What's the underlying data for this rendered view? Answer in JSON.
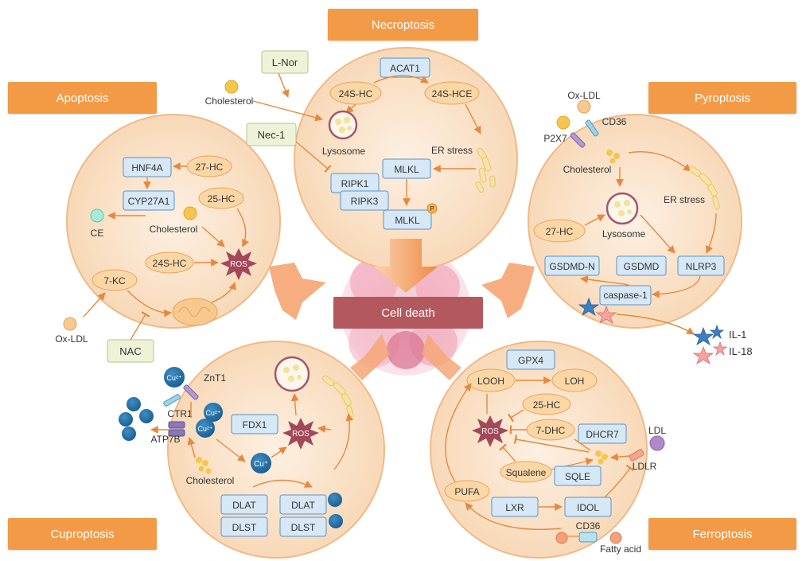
{
  "colors": {
    "cell_fill": "#fbe5cf",
    "cell_stroke": "#f1b988",
    "oval_fill": "#fcd7a6",
    "oval_stroke": "#e9a25e",
    "box_fill": "#d6e7f6",
    "box_stroke": "#5b93c4",
    "arrow": "#e7883e",
    "label_fill": "#f39a47",
    "death_fill": "#b3585d",
    "drug_fill": "#eef3d8",
    "ros_fill": "#a34858"
  },
  "labels": {
    "necroptosis": "Necroptosis",
    "apoptosis": "Apoptosis",
    "pyroptosis": "Pyroptosis",
    "cuproptosis": "Cuproptosis",
    "ferroptosis": "Ferroptosis",
    "cell_death": "Cell death"
  },
  "necro": {
    "lnor": "L-Nor",
    "nec1": "Nec-1",
    "cholesterol": "Cholesterol",
    "acat1": "ACAT1",
    "hc24s": "24S-HC",
    "hce24s": "24S-HCE",
    "lysosome": "Lysosome",
    "er_stress": "ER stress",
    "mlkl": "MLKL",
    "ripk1": "RIPK1",
    "ripk3": "RIPK3",
    "mlkl_p": "MLKL",
    "p": "P"
  },
  "apop": {
    "hnf4a": "HNF4A",
    "hc27": "27-HC",
    "cyp27a1": "CYP27A1",
    "hc25": "25-HC",
    "ce": "CE",
    "cholesterol": "Cholesterol",
    "hc24s": "24S-HC",
    "ros": "ROS",
    "kc7": "7-KC",
    "oxldl": "Ox-LDL",
    "nac": "NAC"
  },
  "pyro": {
    "oxldl": "Ox-LDL",
    "cd36": "CD36",
    "p2x7": "P2X7",
    "cholesterol": "Cholesterol",
    "er_stress": "ER stress",
    "hc27": "27-HC",
    "lysosome": "Lysosome",
    "gsdmd_n": "GSDMD-N",
    "gsdmd": "GSDMD",
    "nlrp3": "NLRP3",
    "caspase1": "caspase-1",
    "il1": "IL-1",
    "il18": "IL-18"
  },
  "cupro": {
    "cu2": "Cu²⁺",
    "znt1": "ZnT1",
    "ctr1": "CTR1",
    "atp7b": "ATP7B",
    "fdx1": "FDX1",
    "ros": "ROS",
    "cu1": "Cu⁺",
    "cholesterol": "Cholesterol",
    "dlat": "DLAT",
    "dlst": "DLST"
  },
  "ferro": {
    "gpx4": "GPX4",
    "looh": "LOOH",
    "loh": "LOH",
    "hc25": "25-HC",
    "ros": "ROS",
    "dhc7": "7-DHC",
    "dhcr7": "DHCR7",
    "ldl": "LDL",
    "ldlr": "LDLR",
    "squalene": "Squalene",
    "sqle": "SQLE",
    "pufa": "PUFA",
    "lxr": "LXR",
    "idol": "IDOL",
    "cd36": "CD36",
    "fatty_acid": "Fatty acid"
  }
}
